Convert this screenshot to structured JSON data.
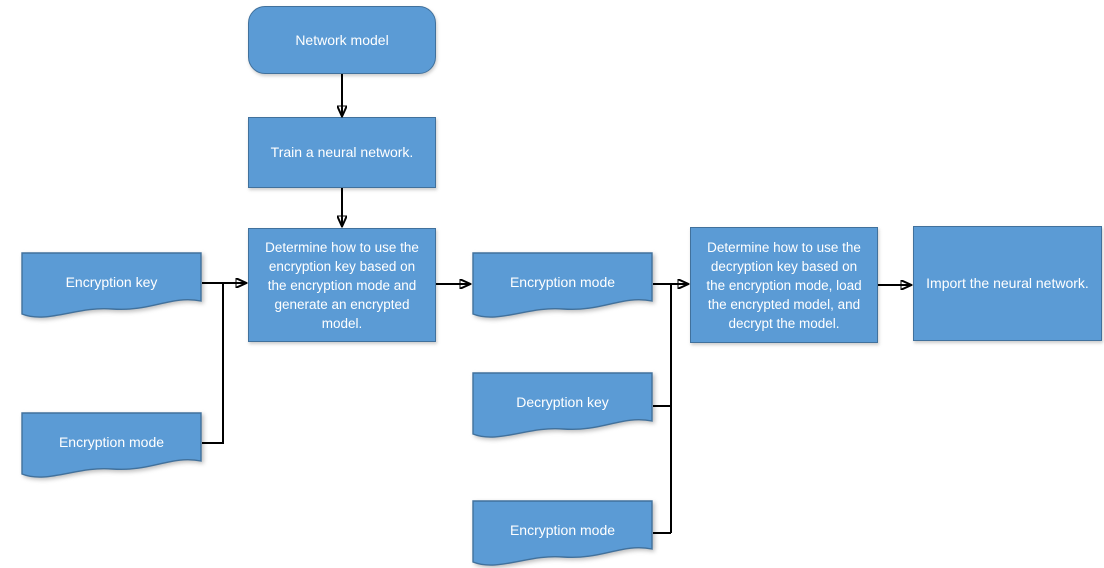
{
  "diagram": {
    "type": "flowchart",
    "colors": {
      "shape_fill": "#5B9BD5",
      "shape_border": "#41719C",
      "text": "#FFFFFF",
      "connector": "#000000",
      "background": "#FFFFFF"
    },
    "nodes": {
      "network_model": "Network model",
      "train": "Train a neural network.",
      "encrypt_process": "Determine how to use the encryption key based on the encryption mode and generate an encrypted model.",
      "encryption_key": "Encryption key",
      "encryption_mode_left": "Encryption mode",
      "encryption_mode_mid": "Encryption mode",
      "decryption_key": "Decryption key",
      "encryption_mode_bottom": "Encryption mode",
      "decrypt_process": "Determine how to use the decryption key based on the encryption mode, load the encrypted model, and decrypt the model.",
      "import_model": "Import the neural network."
    }
  }
}
